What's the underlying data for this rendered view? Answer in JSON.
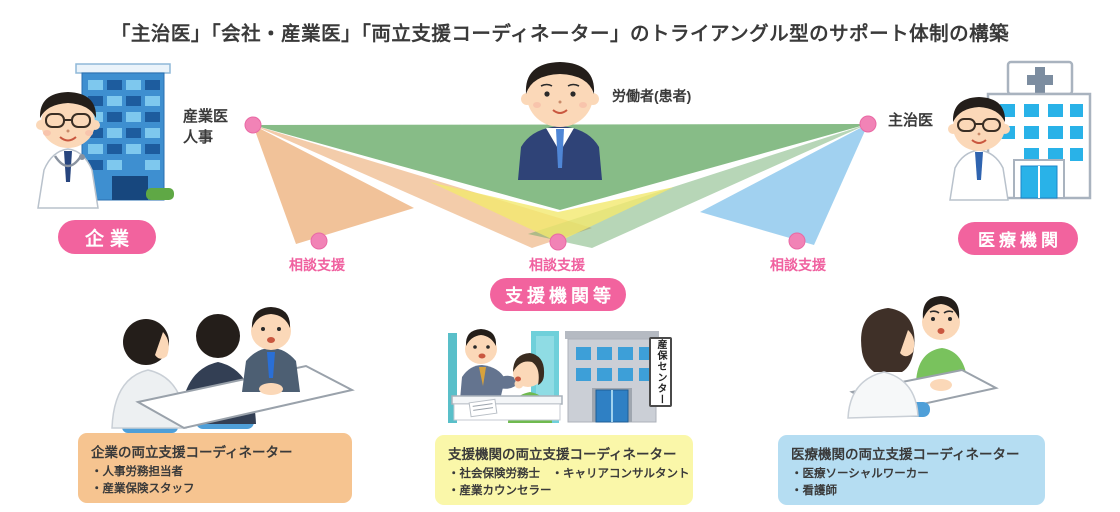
{
  "title": "「主治医」「会社・産業医」「両立支援コーディネーター」のトライアングル型のサポート体制の構築",
  "triangle": {
    "company_label": "産業医\n人事",
    "worker_label": "労働者(患者)",
    "doctor_label": "主治医",
    "company_badge": "企業",
    "hospital_badge": "医療機関",
    "support_badge": "支援機関等",
    "consult_labels": [
      "相談支援",
      "相談支援",
      "相談支援"
    ]
  },
  "support_center_sign": "産保センター",
  "coordinator_boxes": [
    {
      "title": "企業の両立支援コーディネーター",
      "lines": [
        "・人事労務担当者",
        "・産業保険スタッフ"
      ],
      "bg": "#F6C490"
    },
    {
      "title": "支援機関の両立支援コーディネーター",
      "lines": [
        "・社会保険労務士　・キャリアコンサルタント",
        "・産業カウンセラー"
      ],
      "bg": "#FAF7A9"
    },
    {
      "title": "医療機関の両立支援コーディネーター",
      "lines": [
        "・医療ソーシャルワーカー",
        "・看護師"
      ],
      "bg": "#B5DDF2"
    }
  ],
  "colors": {
    "badge_pink": "#F2639E",
    "dot_pink": "#F183B6",
    "consult_text_pink": "#F0609F",
    "band_green": "#5FA55F",
    "band_peach": "#E89A55",
    "band_yellow": "#F2E96E",
    "band_blue": "#6FB9E8",
    "box_orange": "#F6C490",
    "box_yellow": "#FAF7A9",
    "box_blue": "#B5DDF2",
    "text_dark": "#3A3A3A"
  }
}
